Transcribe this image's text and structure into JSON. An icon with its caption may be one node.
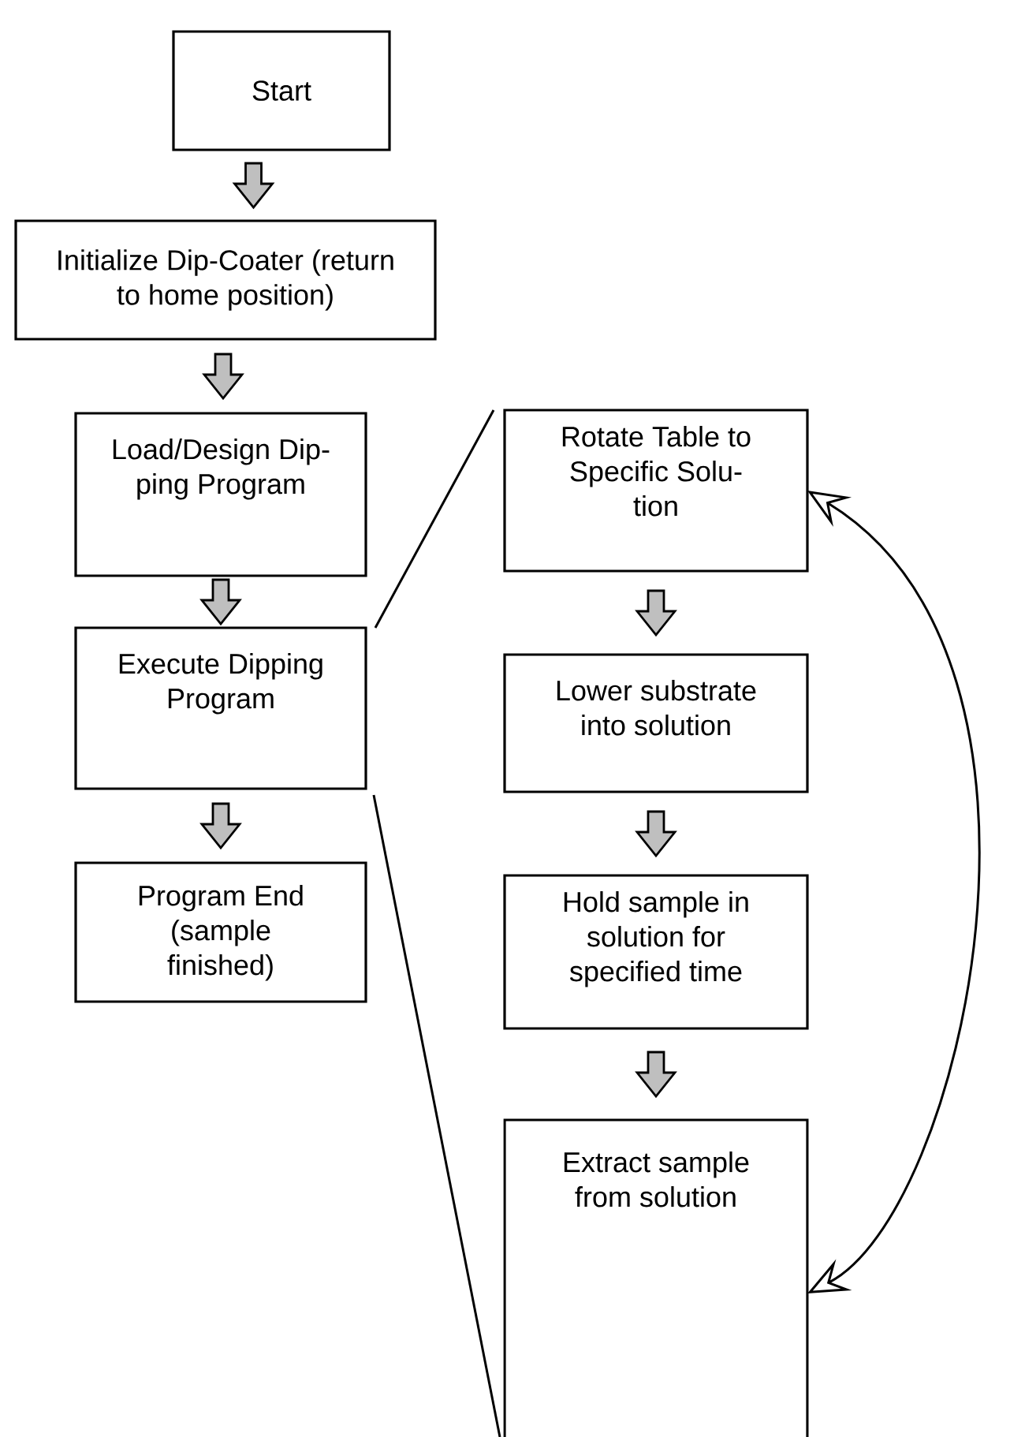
{
  "diagram": {
    "nodes": [
      {
        "text": [
          "Start"
        ]
      },
      {
        "text": [
          "Initialize Dip-Coater (return to home position)"
        ]
      },
      {
        "text": [
          "Load/Design Dip- ping Program"
        ]
      },
      {
        "text": [
          "Execute Dipping Program"
        ]
      },
      {
        "text": [
          "Program End (sample finished)"
        ]
      },
      {
        "text": [
          "Rotate Table to Specific Solu- tion"
        ]
      },
      {
        "text": [
          "Lower substrate into solution"
        ]
      },
      {
        "text": [
          "Hold sample in solution for specified time"
        ]
      },
      {
        "text": [
          "Extract sample from solution"
        ]
      }
    ],
    "edges": [
      {
        "from": 0,
        "to": 1,
        "arrow": "to"
      },
      {
        "from": 1,
        "to": 2,
        "arrow": "to"
      },
      {
        "from": 2,
        "to": 3,
        "arrow": "to"
      },
      {
        "from": 3,
        "to": 4,
        "arrow": "to"
      },
      {
        "from": 5,
        "to": 6,
        "arrow": "to"
      },
      {
        "from": 6,
        "to": 7,
        "arrow": "to"
      },
      {
        "from": 7,
        "to": 8,
        "arrow": "to"
      },
      {
        "from": 8,
        "to": 5,
        "arrow": "both"
      },
      {
        "from": 3,
        "to": 5,
        "arrow": "none"
      },
      {
        "from": 3,
        "to": 8,
        "arrow": "none"
      }
    ]
  }
}
